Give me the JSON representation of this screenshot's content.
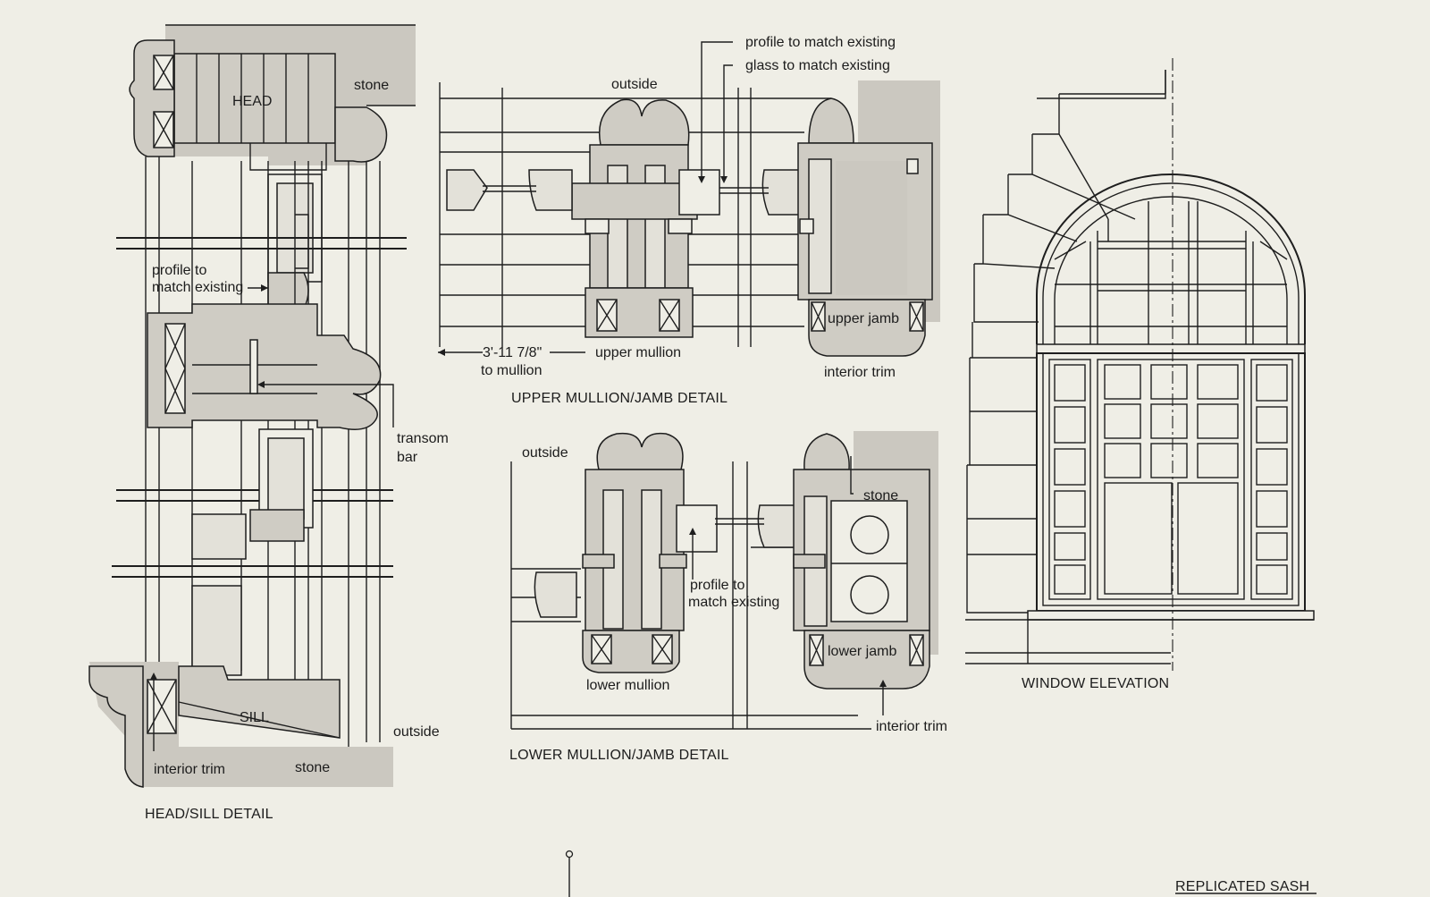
{
  "head_sill": {
    "title": "HEAD/SILL DETAIL",
    "labels": {
      "head": "HEAD",
      "stone_top": "stone",
      "profile_line1": "profile to",
      "profile_line2": "match existing",
      "transom_line1": "transom",
      "transom_line2": "bar",
      "sill": "SILL",
      "outside": "outside",
      "interior_trim": "interior trim",
      "stone_bottom": "stone"
    }
  },
  "upper_detail": {
    "title": "UPPER MULLION/JAMB DETAIL",
    "labels": {
      "profile": "profile to match existing",
      "glass": "glass to match existing",
      "outside": "outside",
      "dimension": "3'-11 7/8\"",
      "to_mullion": "to mullion",
      "upper_mullion": "upper mullion",
      "upper_jamb": "upper jamb",
      "interior_trim": "interior trim"
    }
  },
  "lower_detail": {
    "title": "LOWER MULLION/JAMB DETAIL",
    "labels": {
      "outside": "outside",
      "stone": "stone",
      "profile_line1": "profile to",
      "profile_line2": "match existing",
      "lower_jamb": "lower jamb",
      "lower_mullion": "lower mullion",
      "interior_trim": "interior trim"
    }
  },
  "elevation": {
    "title": "WINDOW ELEVATION"
  },
  "footer": {
    "caption": "REPLICATED SASH"
  }
}
